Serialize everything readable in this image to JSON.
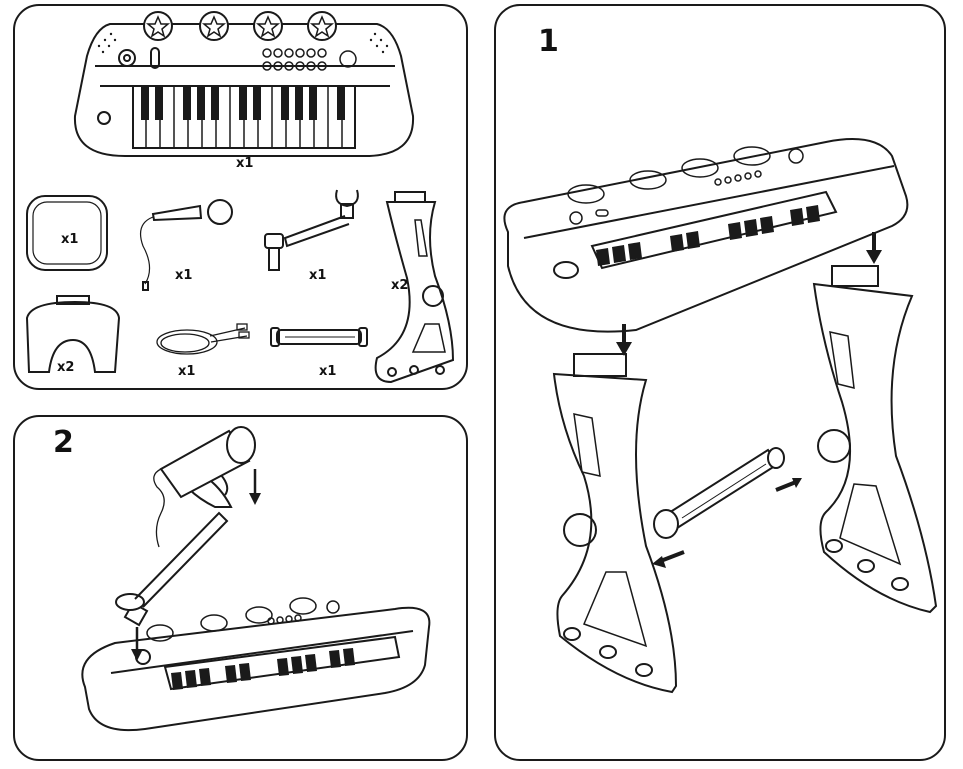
{
  "parts_panel": {
    "keyboard_qty": "x1",
    "seat_pad_qty": "x1",
    "microphone_qty": "x1",
    "mic_holder_qty": "x1",
    "leg_qty": "x2",
    "foot_qty": "x2",
    "cable_qty": "x1",
    "crossbar_qty": "x1"
  },
  "step1": {
    "number": "1"
  },
  "step2": {
    "number": "2"
  },
  "colors": {
    "line": "#1a1a1a",
    "key_black": "#1a1a1a",
    "fill": "#ffffff"
  }
}
